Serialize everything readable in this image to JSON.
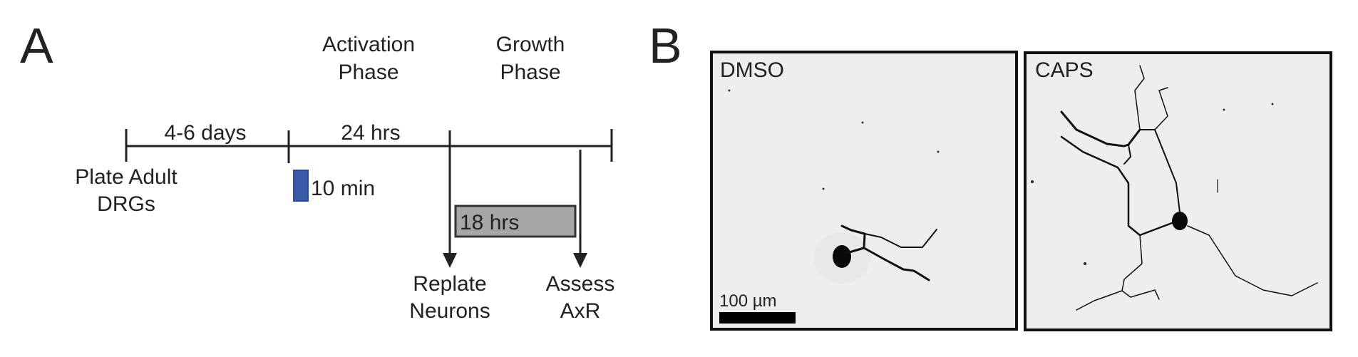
{
  "panel_a": {
    "letter": "A",
    "phases": {
      "activation_line1": "Activation",
      "activation_line2": "Phase",
      "growth_line1": "Growth",
      "growth_line2": "Phase"
    },
    "intervals": {
      "first": "4-6 days",
      "second": "24 hrs"
    },
    "start_label_line1": "Plate Adult",
    "start_label_line2": "DRGs",
    "stimulus_label": "10 min",
    "growth_box_label": "18 hrs",
    "replate_line1": "Replate",
    "replate_line2": "Neurons",
    "assess_line1": "Assess",
    "assess_line2": "AxR",
    "colors": {
      "stimulus": "#3a5ba8",
      "growth_box": "#a6a6a6"
    }
  },
  "panel_b": {
    "letter": "B",
    "images": [
      {
        "label": "DMSO"
      },
      {
        "label": "CAPS"
      }
    ],
    "scale_bar_label": "100 µm"
  }
}
